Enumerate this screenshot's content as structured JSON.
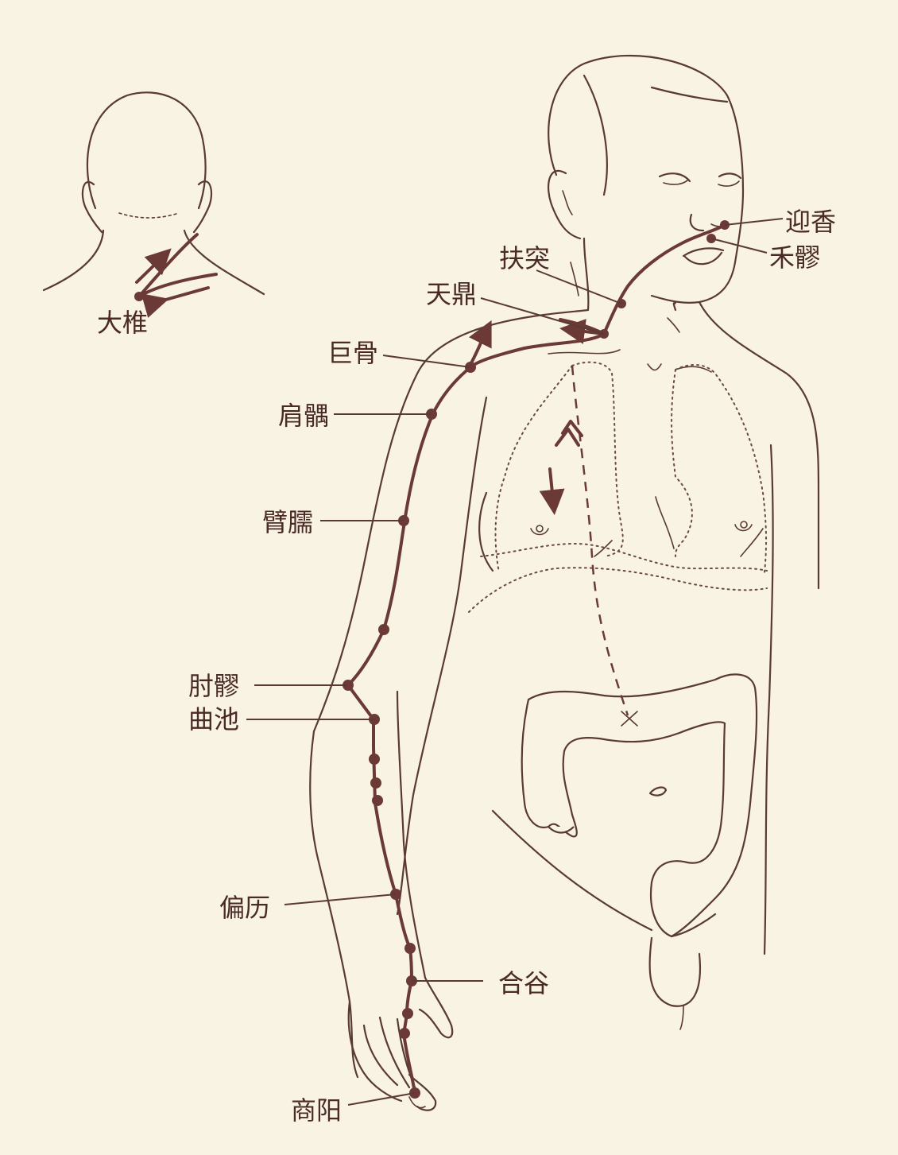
{
  "figure": {
    "colors": {
      "background": "#f9f3e4",
      "line": "#5a3a34",
      "meridian": "#6b3a36"
    }
  },
  "labels": {
    "dazhui": "大椎",
    "yingxiang": "迎香",
    "heliao": "禾髎",
    "futu": "扶突",
    "tianding": "天鼎",
    "jugu": "巨骨",
    "jianyu": "肩髃",
    "binao": "臂臑",
    "zhouliao": "肘髎",
    "quchi": "曲池",
    "pianli": "偏历",
    "hegu": "合谷",
    "shangyang": "商阳"
  }
}
